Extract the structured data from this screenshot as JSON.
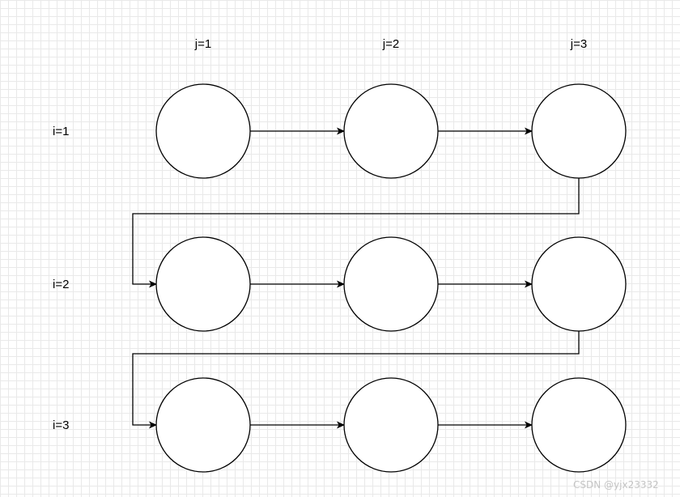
{
  "column_labels": [
    "j=1",
    "j=2",
    "j=3"
  ],
  "row_labels": [
    "i=1",
    "i=2",
    "i=3"
  ],
  "watermark": "CSDN @yjx23332",
  "colors": {
    "stroke": "#000000",
    "node_fill": "#ffffff",
    "grid": "#e9e9e9",
    "watermark": "#c4c4c4"
  },
  "edges": [
    {
      "from": [
        0,
        0
      ],
      "to": [
        0,
        1
      ]
    },
    {
      "from": [
        0,
        1
      ],
      "to": [
        0,
        2
      ]
    },
    {
      "from": [
        0,
        2
      ],
      "to": [
        1,
        0
      ]
    },
    {
      "from": [
        1,
        0
      ],
      "to": [
        1,
        1
      ]
    },
    {
      "from": [
        1,
        1
      ],
      "to": [
        1,
        2
      ]
    },
    {
      "from": [
        1,
        2
      ],
      "to": [
        2,
        0
      ]
    },
    {
      "from": [
        2,
        0
      ],
      "to": [
        2,
        1
      ]
    },
    {
      "from": [
        2,
        1
      ],
      "to": [
        2,
        2
      ]
    }
  ]
}
